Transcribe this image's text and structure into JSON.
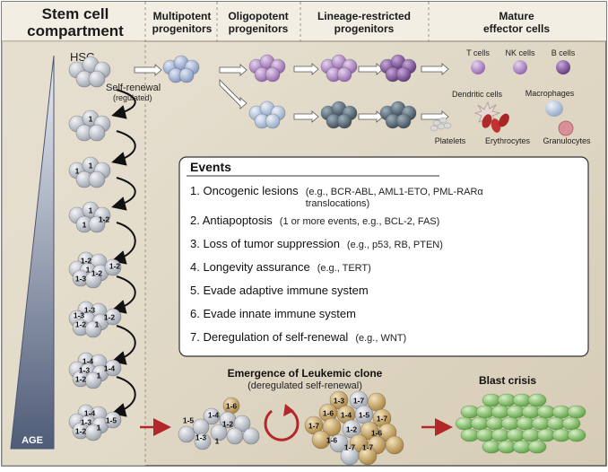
{
  "headers": {
    "stem": [
      "Stem cell",
      "compartment"
    ],
    "multipotent": [
      "Multipotent",
      "progenitors"
    ],
    "oligopotent": [
      "Oligopotent",
      "progenitors"
    ],
    "lineage": [
      "Lineage-restricted",
      "progenitors"
    ],
    "mature": [
      "Mature",
      "effector cells"
    ]
  },
  "hsc_label": "HSC",
  "self_renewal": [
    "Self-renewal",
    "(regulated)"
  ],
  "age_label": "AGE",
  "effector_labels": {
    "t_cells": "T cells",
    "nk_cells": "NK cells",
    "b_cells": "B cells",
    "dendritic": "Dendritic cells",
    "macrophages": "Macrophages",
    "platelets": "Platelets",
    "erythrocytes": "Erythrocytes",
    "granulocytes": "Granulocytes"
  },
  "events": {
    "title": "Events",
    "items": [
      {
        "main": "1. Oncogenic lesions",
        "detail": "(e.g., BCR-ABL, AML1-ETO, PML-RARα",
        "detail2": "translocations)"
      },
      {
        "main": "2. Antiapoptosis",
        "detail": "(1 or more events, e.g., BCL-2, FAS)"
      },
      {
        "main": "3. Loss of tumor suppression",
        "detail": "(e.g., p53, RB, PTEN)"
      },
      {
        "main": "4. Longevity assurance",
        "detail": "(e.g., TERT)"
      },
      {
        "main": "5. Evade adaptive immune system",
        "detail": ""
      },
      {
        "main": "6. Evade innate immune system",
        "detail": ""
      },
      {
        "main": "7. Deregulation of self-renewal",
        "detail": "(e.g., WNT)"
      }
    ]
  },
  "emergence": [
    "Emergence of Leukemic clone",
    "(deregulated self-renewal)"
  ],
  "blast_crisis": "Blast crisis",
  "cluster_numbers": {
    "c1": [
      "1"
    ],
    "c2": [
      "1",
      "1"
    ],
    "c3": [
      "1",
      "1",
      "1-2"
    ],
    "c4": [
      "1-2",
      "1",
      "1-2",
      "1-2",
      "1-3"
    ],
    "c5": [
      "1-3",
      "1-2",
      "1",
      "1-3",
      "1-2"
    ],
    "c6": [
      "1-4",
      "1-3",
      "1-4",
      "1",
      "1-2"
    ],
    "c7": [
      "1-4",
      "1-3",
      "1-5",
      "1",
      "1-2"
    ],
    "leuk": [
      "1-6",
      "1-5",
      "1-4",
      "1-2",
      "1-3",
      "1"
    ],
    "big": [
      "1-3",
      "1-7",
      "1-6",
      "1-4",
      "1-5",
      "1-7",
      "1-7",
      "1-2",
      "1-6",
      "1-6",
      "1-7",
      "1-7"
    ]
  },
  "colors": {
    "hsc_cell": "#c9ced6",
    "multi_cell": "#a8b8d8",
    "oligo_cell": "#b593c9",
    "lineage_purple": "#8a5fa6",
    "lineage_slate": "#56656f",
    "leukemic_gold": "#c9a35a",
    "blast_green": "#86c46a",
    "arrow_red": "#b3262a"
  }
}
